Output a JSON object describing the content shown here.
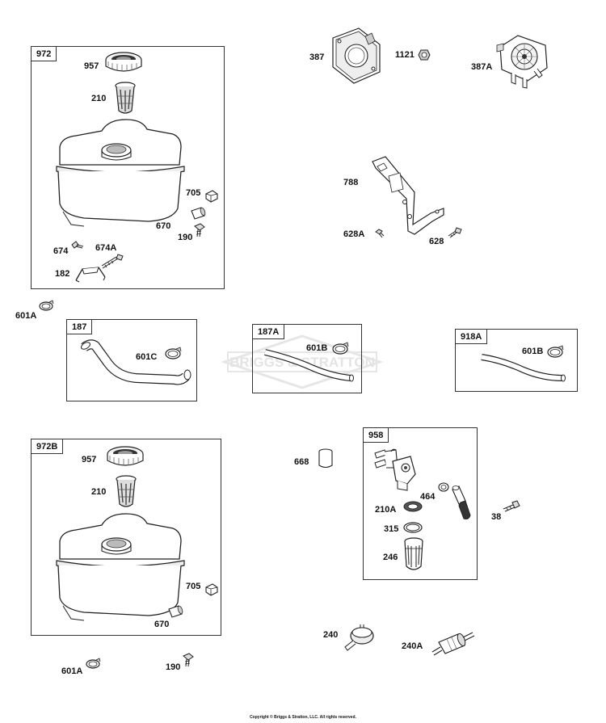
{
  "title": "",
  "watermark": "BRIGGS & STRATTON",
  "copyright": "Copyright © Briggs & Stratton, LLC. All rights reserved.",
  "groups": {
    "g972": "972",
    "g187": "187",
    "g187A": "187A",
    "g918A": "918A",
    "g972B": "972B",
    "g958": "958"
  },
  "parts": {
    "p957a": "957",
    "p210a": "210",
    "p705a": "705",
    "p670a": "670",
    "p190a": "190",
    "p674": "674",
    "p674A": "674A",
    "p182": "182",
    "p601Aa": "601A",
    "p387": "387",
    "p1121": "1121",
    "p387A": "387A",
    "p788": "788",
    "p628A": "628A",
    "p628": "628",
    "p601C": "601C",
    "p601Ba": "601B",
    "p601Bb": "601B",
    "p957b": "957",
    "p210b": "210",
    "p705b": "705",
    "p670b": "670",
    "p601Ab": "601A",
    "p190b": "190",
    "p668": "668",
    "p464": "464",
    "p38": "38",
    "p210A": "210A",
    "p315": "315",
    "p246": "246",
    "p240": "240",
    "p240A": "240A"
  }
}
